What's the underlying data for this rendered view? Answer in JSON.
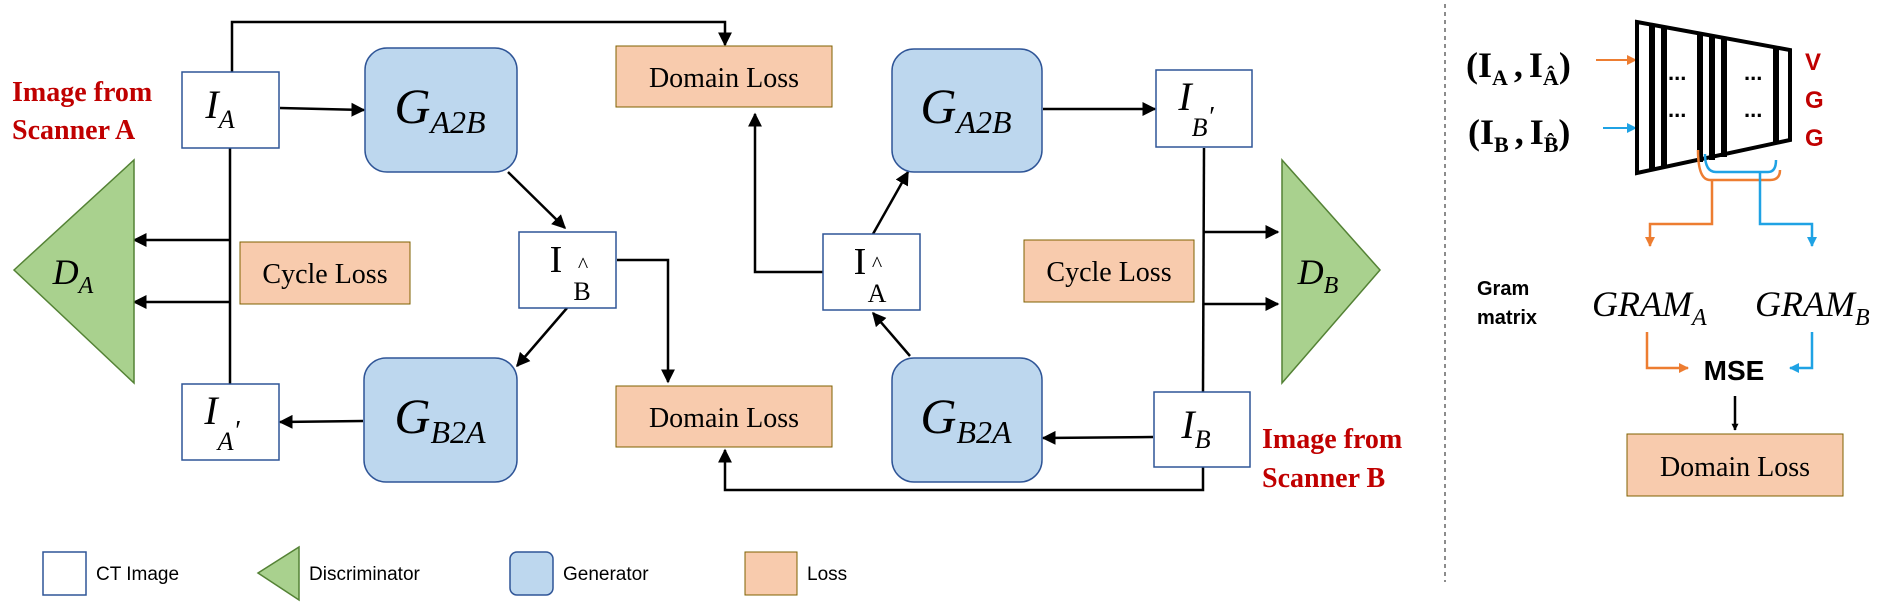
{
  "colors": {
    "generator_fill": "#bdd7ee",
    "loss_fill": "#f8cbad",
    "discriminator_fill": "#a9d18e",
    "scanner_label": "#c00000",
    "orange_arrow": "#ed7d31",
    "blue_arrow": "#1fa2e4",
    "line": "#000000"
  },
  "nodes": {
    "img_a": {
      "base": "I",
      "sub": "A"
    },
    "img_a_prime": {
      "base": "I",
      "sub": "A",
      "prime": "′"
    },
    "img_b_hat": {
      "base": "I",
      "hat": "^",
      "sub": "B"
    },
    "img_a_hat": {
      "base": "I",
      "hat": "^",
      "sub": "A"
    },
    "img_b_prime": {
      "base": "I",
      "sub": "B",
      "prime": "′"
    },
    "img_b": {
      "base": "I",
      "sub": "B"
    },
    "gen_a2b_left": {
      "base": "G",
      "sub": "A2B"
    },
    "gen_b2a_left": {
      "base": "G",
      "sub": "B2A"
    },
    "gen_a2b_right": {
      "base": "G",
      "sub": "A2B"
    },
    "gen_b2a_right": {
      "base": "G",
      "sub": "B2A"
    },
    "disc_a": {
      "base": "D",
      "sub": "A"
    },
    "disc_b": {
      "base": "D",
      "sub": "B"
    }
  },
  "losses": {
    "domain_top": "Domain Loss",
    "domain_bottom": "Domain Loss",
    "cycle_left": "Cycle Loss",
    "cycle_right": "Cycle Loss",
    "domain_vgg": "Domain Loss"
  },
  "scanner_labels": {
    "a_line1": "Image from",
    "a_line2": "Scanner A",
    "b_line1": "Image from",
    "b_line2": "Scanner B"
  },
  "vgg": {
    "input_a": {
      "open": "(",
      "i1": "I",
      "s1": "A",
      "sep": ",",
      "i2": "I",
      "s2": "Â",
      "close": ")"
    },
    "input_b": {
      "open": "(",
      "i1": "I",
      "s1": "B",
      "sep": ",",
      "i2": "I",
      "s2": "B̂",
      "close": ")"
    },
    "dots": "...",
    "vgg_letters": [
      "V",
      "G",
      "G"
    ],
    "gram_label_line1": "Gram",
    "gram_label_line2": "matrix",
    "gram_a": {
      "base": "GRAM",
      "sub": "A"
    },
    "gram_b": {
      "base": "GRAM",
      "sub": "B"
    },
    "mse": "MSE"
  },
  "legend": [
    {
      "shape": "rect-white",
      "label": "CT Image"
    },
    {
      "shape": "triangle-green",
      "label": "Discriminator"
    },
    {
      "shape": "rect-blue",
      "label": "Generator"
    },
    {
      "shape": "rect-orange",
      "label": "Loss"
    }
  ]
}
